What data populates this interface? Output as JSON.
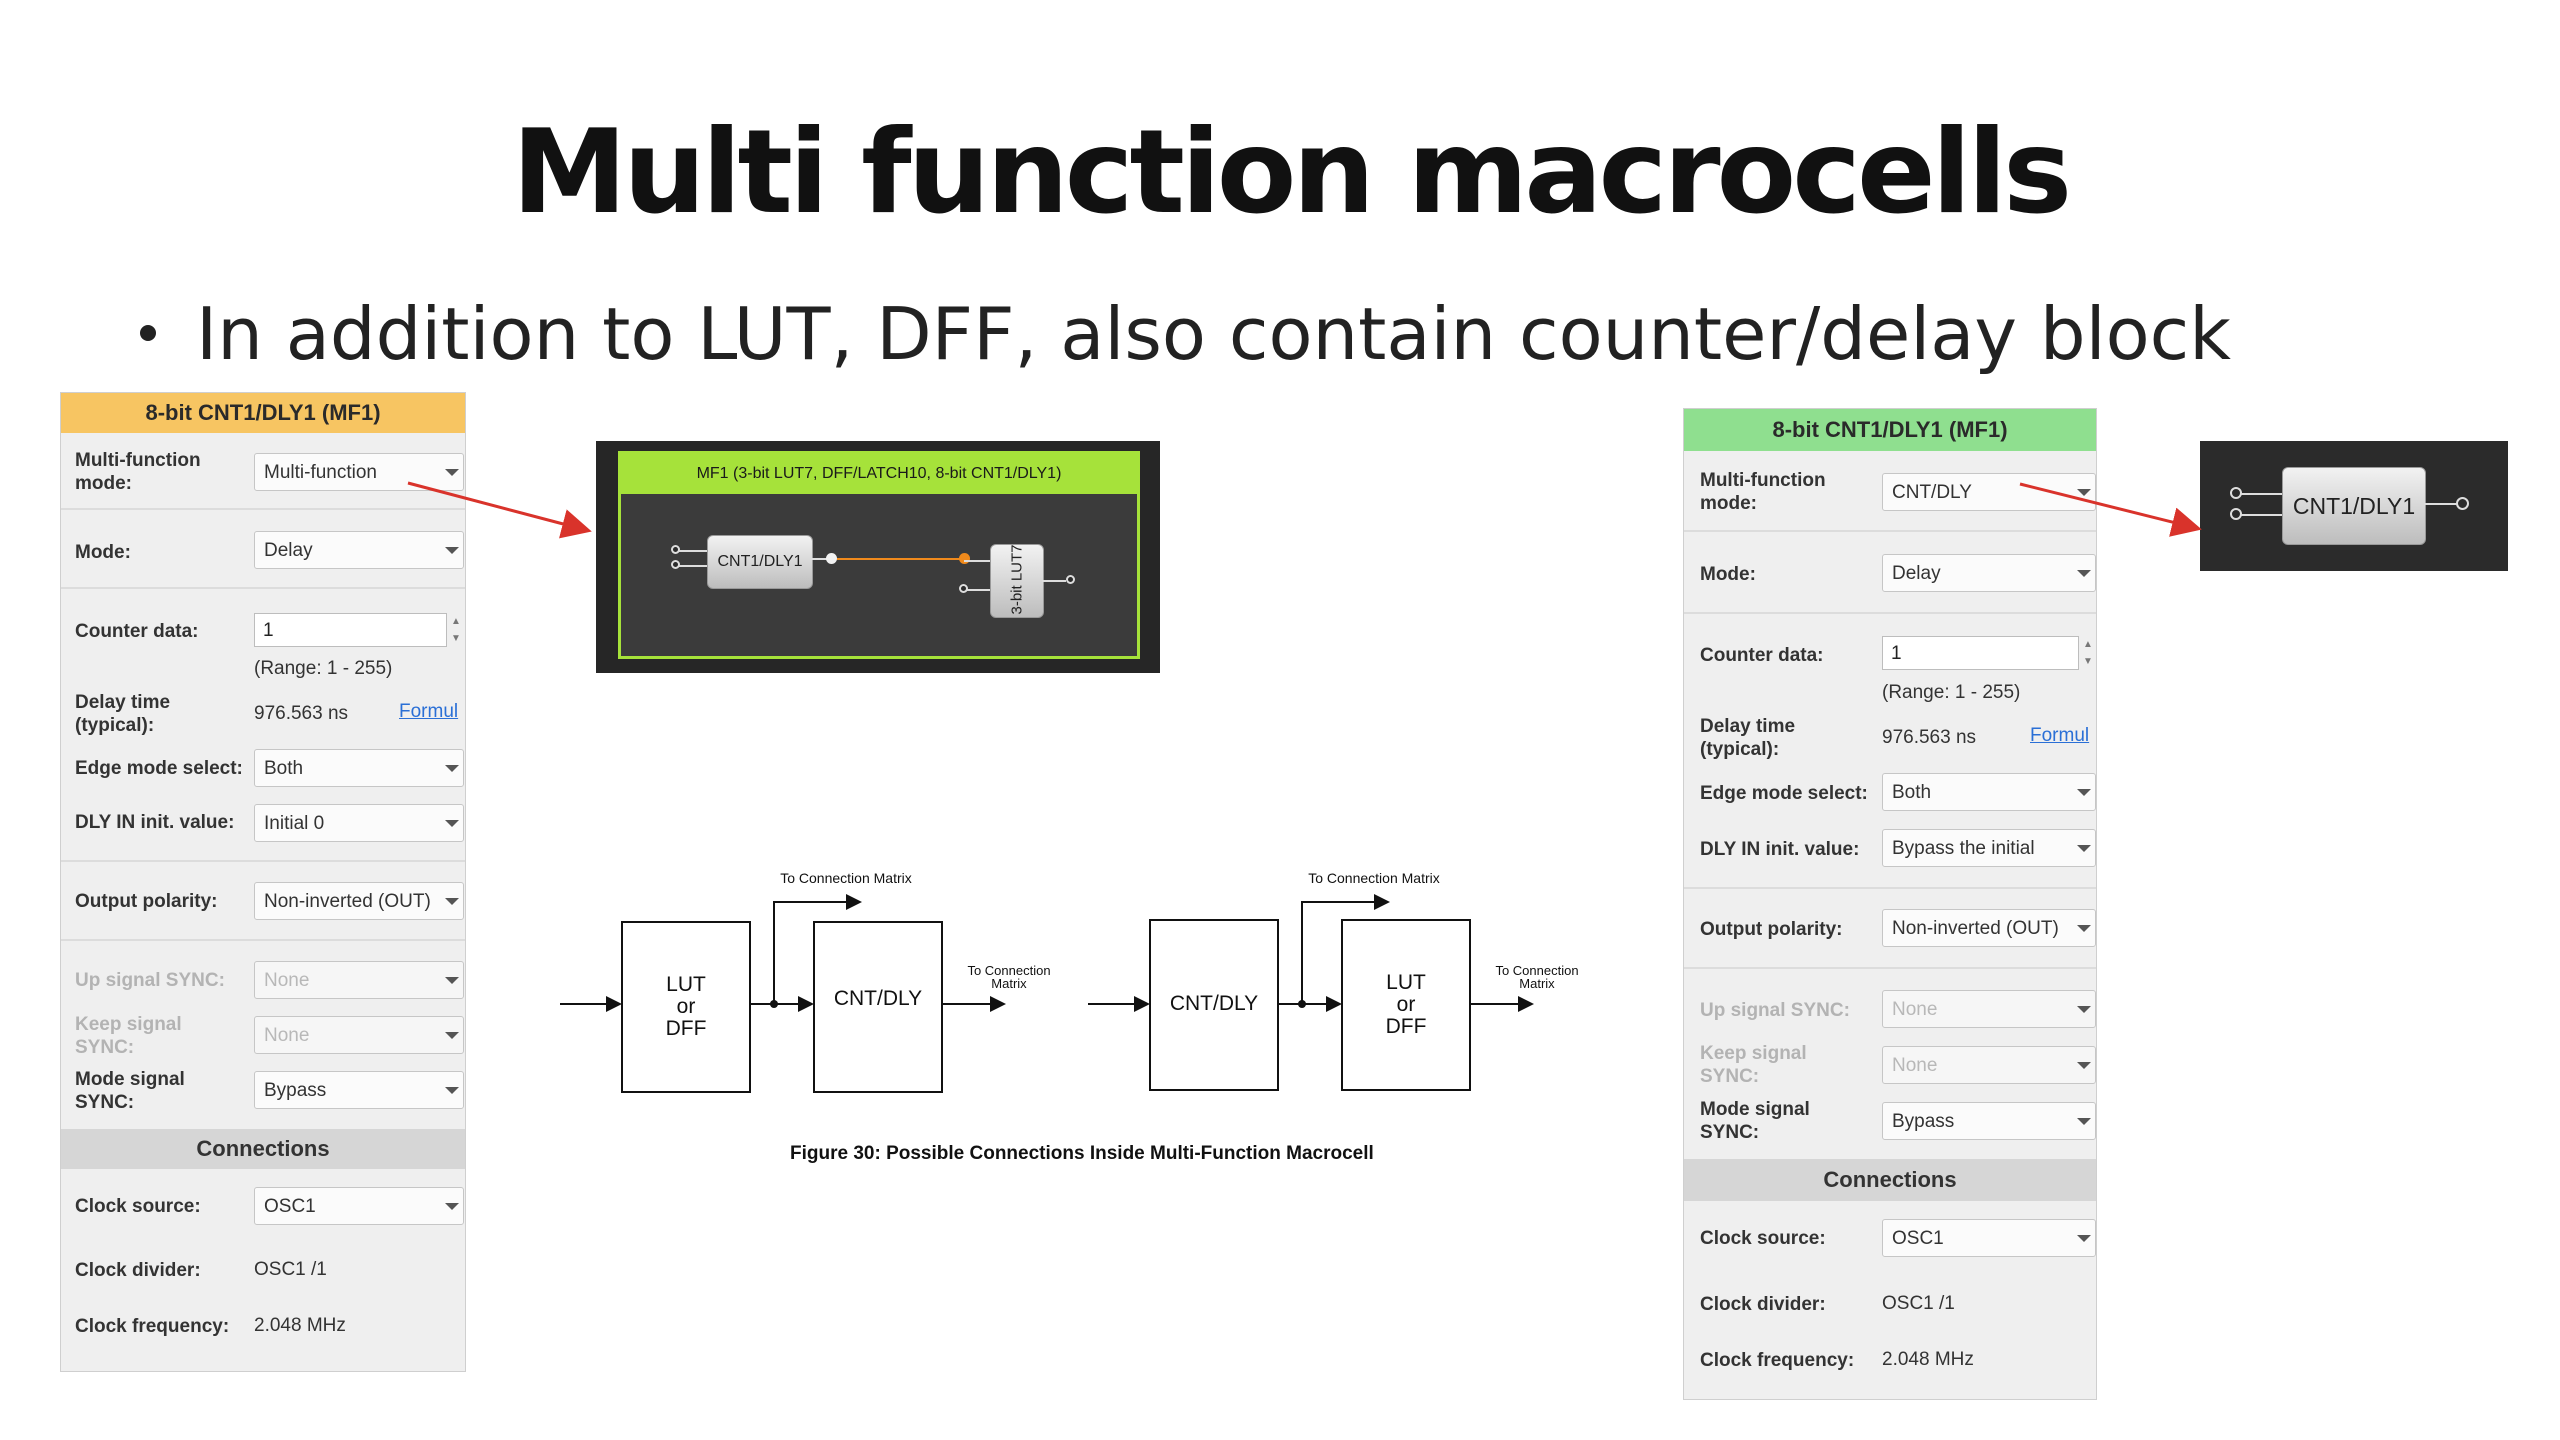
{
  "slide": {
    "title": "Multi function macrocells",
    "bullet": "In addition to LUT, DFF, also contain counter/delay block"
  },
  "left_panel": {
    "header": "8-bit CNT1/DLY1 (MF1)",
    "header_color": "#f7c562",
    "mf_mode_label": "Multi-function mode:",
    "mf_mode_value": "Multi-function",
    "mode_label": "Mode:",
    "mode_value": "Delay",
    "counter_label": "Counter data:",
    "counter_value": "1",
    "range_text": "(Range:  1 - 255)",
    "delay_label": "Delay time (typical):",
    "delay_value": "976.563 ns",
    "formula_link": "Formul",
    "edge_label": "Edge mode select:",
    "edge_value": "Both",
    "dly_in_label": "DLY IN init. value:",
    "dly_in_value": "Initial 0",
    "polarity_label": "Output polarity:",
    "polarity_value": "Non-inverted (OUT)",
    "up_sync_label": "Up signal SYNC:",
    "up_sync_value": "None",
    "keep_sync_label": "Keep signal SYNC:",
    "keep_sync_value": "None",
    "mode_sync_label": "Mode signal SYNC:",
    "mode_sync_value": "Bypass",
    "connections_header": "Connections",
    "clock_source_label": "Clock source:",
    "clock_source_value": "OSC1",
    "clock_divider_label": "Clock divider:",
    "clock_divider_value": "OSC1 /1",
    "clock_freq_label": "Clock frequency:",
    "clock_freq_value": "2.048 MHz"
  },
  "right_panel": {
    "header": "8-bit CNT1/DLY1 (MF1)",
    "header_color": "#8fdf8f",
    "mf_mode_label": "Multi-function mode:",
    "mf_mode_value": "CNT/DLY",
    "mode_label": "Mode:",
    "mode_value": "Delay",
    "counter_label": "Counter data:",
    "counter_value": "1",
    "range_text": "(Range:  1 - 255)",
    "delay_label": "Delay time (typical):",
    "delay_value": "976.563 ns",
    "formula_link": "Formul",
    "edge_label": "Edge mode select:",
    "edge_value": "Both",
    "dly_in_label": "DLY IN init. value:",
    "dly_in_value": "Bypass the initial",
    "polarity_label": "Output polarity:",
    "polarity_value": "Non-inverted (OUT)",
    "up_sync_label": "Up signal SYNC:",
    "up_sync_value": "None",
    "keep_sync_label": "Keep signal SYNC:",
    "keep_sync_value": "None",
    "mode_sync_label": "Mode signal SYNC:",
    "mode_sync_value": "Bypass",
    "connections_header": "Connections",
    "clock_source_label": "Clock source:",
    "clock_source_value": "OSC1",
    "clock_divider_label": "Clock divider:",
    "clock_divider_value": "OSC1 /1",
    "clock_freq_label": "Clock frequency:",
    "clock_freq_value": "2.048 MHz"
  },
  "mf1_box": {
    "title": "MF1 (3-bit LUT7, DFF/LATCH10, 8-bit CNT1/DLY1)",
    "title_color": "#a6e23a",
    "block_cnt": "CNT1/DLY1",
    "block_lut": "3-bit LUT7",
    "wire_color": "#f08a1c"
  },
  "cnt_box": {
    "block": "CNT1/DLY1"
  },
  "figure": {
    "left_lut": [
      "LUT",
      "or",
      "DFF"
    ],
    "left_cnt": "CNT/DLY",
    "right_cnt": "CNT/DLY",
    "right_lut": [
      "LUT",
      "or",
      "DFF"
    ],
    "to_matrix": "To Connection Matrix",
    "to_matrix_a": "To Connection",
    "to_matrix_b": "Matrix",
    "caption": "Figure 30: Possible Connections Inside Multi-Function Macrocell"
  },
  "arrow_color": "#d9332b"
}
